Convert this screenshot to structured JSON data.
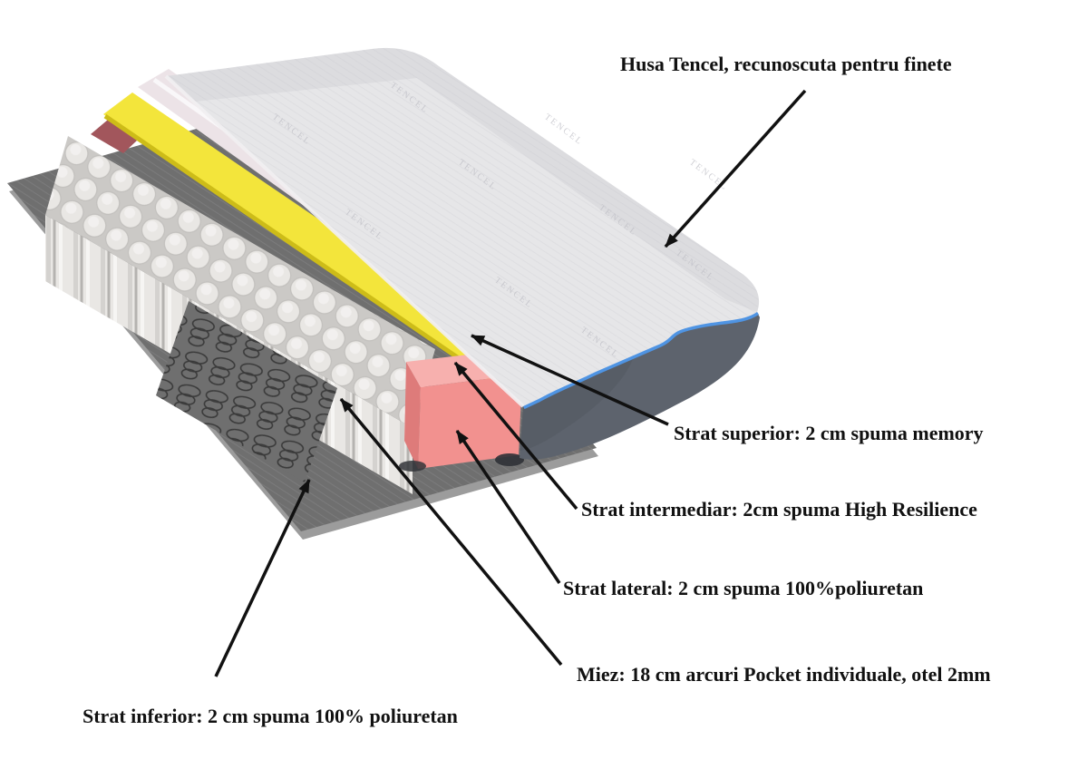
{
  "figure": {
    "title": "Mattress layers diagram",
    "background": "#ffffff",
    "watermark": "TENCEL",
    "labels": {
      "cover": {
        "text": "Husa Tencel, recunoscuta pentru finete"
      },
      "top_layer": {
        "text": "Strat superior: 2 cm spuma memory"
      },
      "middle_layer": {
        "text": "Strat intermediar: 2cm spuma High Resilience"
      },
      "side_layer": {
        "text": "Strat lateral: 2 cm spuma 100%poliuretan"
      },
      "core": {
        "text": "Miez: 18 cm arcuri Pocket individuale, otel 2mm"
      },
      "bottom_layer": {
        "text": "Strat inferior: 2 cm spuma 100% poliuretan"
      }
    },
    "colors": {
      "cover_fabric": "#e6e6e8",
      "cover_shade": "#c9c9ce",
      "watermark_ink": "#bfbfc6",
      "side_band": "#5d636d",
      "side_band_dark": "#474c55",
      "piping_blue": "#4f94e3",
      "piping_light": "#8cb9ef",
      "memory_layer": "#ece3e7",
      "memory_highlight": "#fbfafb",
      "yellow_layer": "#f3e53b",
      "yellow_edge": "#cdbc18",
      "pink_foam_top": "#f7b0ae",
      "pink_foam_front": "#f2918f",
      "pink_foam_side": "#de7b7a",
      "maroon_edge": "#a2565c",
      "base_mat": "#6f6f6f",
      "base_mat_edge": "#9c9c9c",
      "spring_gap": "#cbc9c6",
      "spring_fill": "#e9e7e4",
      "spring_face_gap": "#b5b3b0",
      "coil_wire": "#3a3a3a",
      "arrow": "#111111"
    }
  }
}
